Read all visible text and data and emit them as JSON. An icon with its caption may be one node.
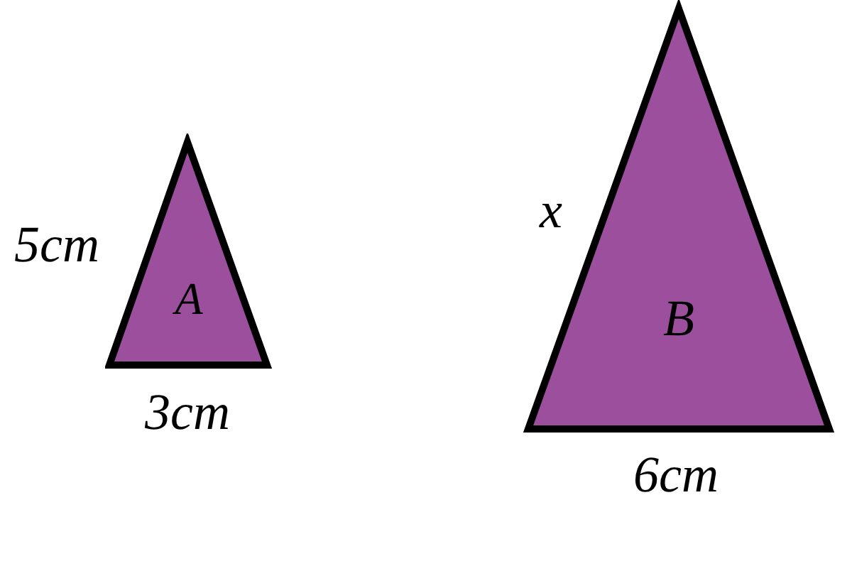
{
  "diagram": {
    "nodes": [
      {
        "text": [
          "A"
        ],
        "beside": [
          "5cm",
          "3cm"
        ]
      },
      {
        "text": [
          "B"
        ],
        "beside": [
          "x",
          "6cm"
        ]
      }
    ]
  }
}
